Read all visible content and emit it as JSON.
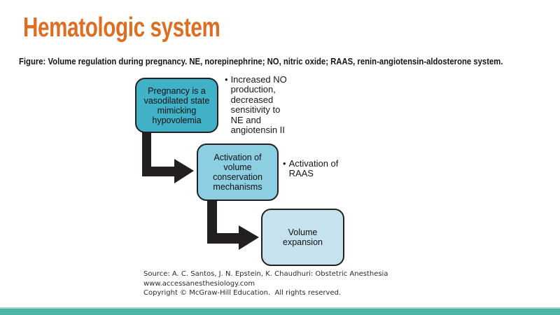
{
  "slide": {
    "title": "Hematologic system",
    "caption": "Figure: Volume regulation during pregnancy. NE, norepinephrine; NO, nitric oxide; RAAS, renin-angiotensin-aldosterone system.",
    "bullet_char": "•"
  },
  "flowchart": {
    "box1": {
      "label": "Pregnancy is a\nvasodilated state\nmimicking\nhypovolemia"
    },
    "box2": {
      "label": "Activation of\nvolume\nconservation\nmechanisms"
    },
    "box3": {
      "label": "Volume\nexpansion"
    },
    "note1": {
      "text": "Increased NO\nproduction,\ndecreased\nsensitivity to\nNE and\nangiotensin II"
    },
    "note2": {
      "text": "Activation of\nRAAS"
    }
  },
  "source": {
    "line1": "Source: A. C. Santos, J. N. Epstein, K. Chaudhuri: Obstetric Anesthesia",
    "line2": "www.accessanesthesiology.com",
    "line3": "Copyright © McGraw-Hill Education.  All rights reserved."
  },
  "colors": {
    "title_orange": "#dd6e22",
    "box1_fill": "#41b1c8",
    "box2_fill": "#8ccfe2",
    "box3_fill": "#c6e2ef",
    "arrow_black": "#231f20",
    "footer_teal": "#4cb4a3"
  }
}
